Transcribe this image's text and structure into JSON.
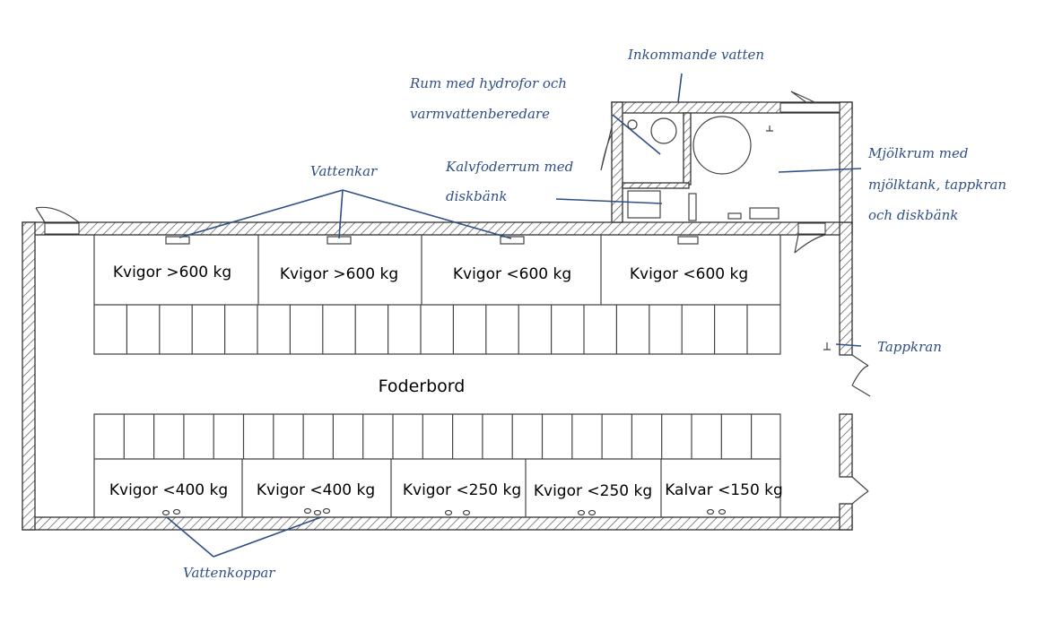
{
  "pens_top": [
    "Kvigor >600 kg",
    "Kvigor >600 kg",
    "Kvigor <600 kg",
    "Kvigor <600 kg"
  ],
  "pens_bottom": [
    "Kvigor <400 kg",
    "Kvigor <400 kg",
    "Kvigor <250 kg",
    "Kvigor <250 kg",
    "Kalvar <150 kg"
  ],
  "feed_table": "Foderbord",
  "annotations": {
    "incoming_water": "Inkommande vatten",
    "pump_room_line1": "Rum med hydrofor och",
    "pump_room_line2": "varmvattenberedare",
    "calf_feed_line1": "Kalvfoderrum med",
    "calf_feed_line2": "diskbänk",
    "milk_room_line1": "Mjölkrum med",
    "milk_room_line2": "mjölktank, tappkran",
    "milk_room_line3": "och diskbänk",
    "water_troughs": "Vattenkar",
    "tap": "Tappkran",
    "water_cups": "Vattenkoppar"
  },
  "colors": {
    "annotation": "#2f4f86",
    "wall_hatch": "#555555"
  }
}
